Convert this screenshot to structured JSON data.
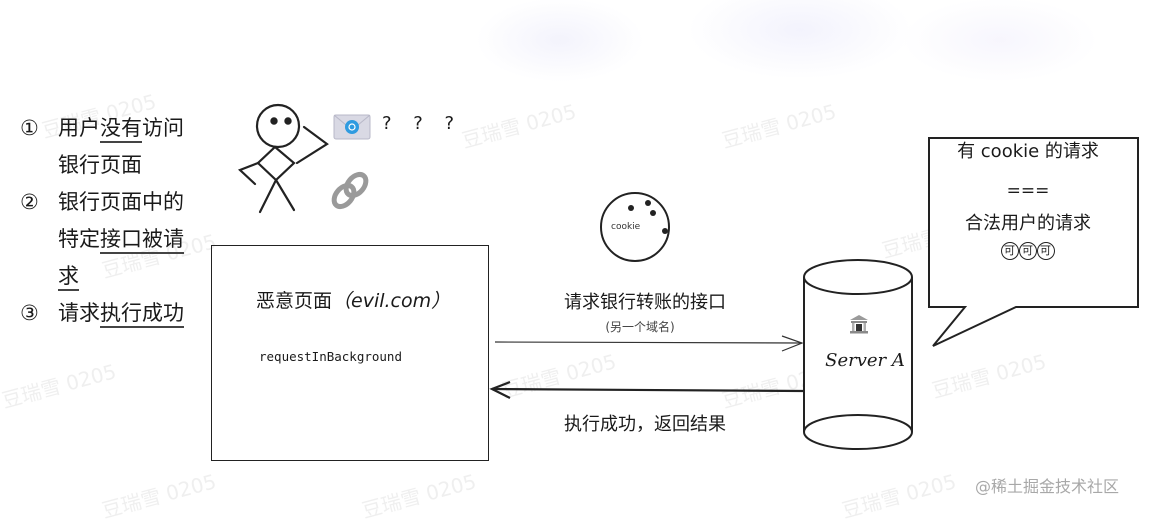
{
  "steps": [
    {
      "num": "①",
      "pre": "用户",
      "ul": "没有",
      "post": "访问银行页面"
    },
    {
      "num": "②",
      "pre": "银行页面中的特定",
      "ul": "接口被请求",
      "post": ""
    },
    {
      "num": "③",
      "pre": "请求",
      "ul": "执行成功",
      "post": ""
    }
  ],
  "user_figure": {
    "question_marks": "? ? ?",
    "icons": [
      "stick-figure",
      "mail-icon",
      "link-icon"
    ]
  },
  "evil_page": {
    "title_cn": "恶意页面",
    "title_domain": "（evil.com）",
    "code": "requestInBackground"
  },
  "cookie": {
    "label": "cookie"
  },
  "request_arrow": {
    "label": "请求银行转账的接口",
    "sublabel": "(另一个域名)"
  },
  "response_arrow": {
    "label": "执行成功，返回结果"
  },
  "server": {
    "label": "Server A",
    "icon": "bank-icon"
  },
  "speech_bubble": {
    "line1": "有 cookie 的请求",
    "equals": "===",
    "line2": "合法用户的请求",
    "emoji": [
      "可",
      "可",
      "可"
    ]
  },
  "watermark": {
    "text": "豆瑞雪 0205"
  },
  "credit": "@稀土掘金技术社区",
  "colors": {
    "stroke": "#222222",
    "mail_blue": "#2f9be0",
    "link_gray": "#9a9a9a",
    "credit_gray": "#a8a8a8"
  }
}
